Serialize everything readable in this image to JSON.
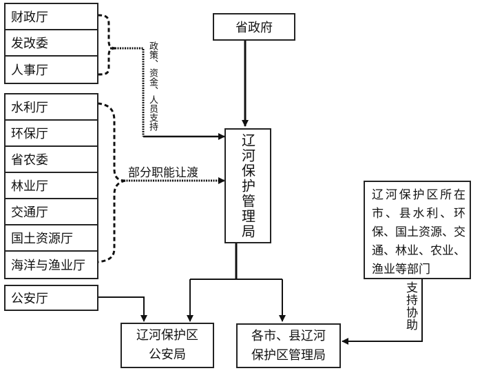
{
  "nodes": {
    "provincial_government": "省政府",
    "management_bureau": "辽河保护管理局",
    "public_security_bureau": "辽河保护区\n公安局",
    "city_county_bureaus": "各市、县辽河\n保护区管理局",
    "local_departments": "辽河保护区所在市、县水利、环保、国土资源、交通、林业、农业、渔业等部门",
    "public_security_dept": "公安厅"
  },
  "support_group": {
    "items": [
      "财政厅",
      "发改委",
      "人事厅"
    ]
  },
  "function_group": {
    "items": [
      "水利厅",
      "环保厅",
      "省农委",
      "林业厅",
      "交通厅",
      "国土资源厅",
      "海洋与渔业厅"
    ]
  },
  "edge_labels": {
    "support": "政策、资金、人员支持",
    "transfer": "部分职能让渡",
    "assist": "支持协助"
  }
}
